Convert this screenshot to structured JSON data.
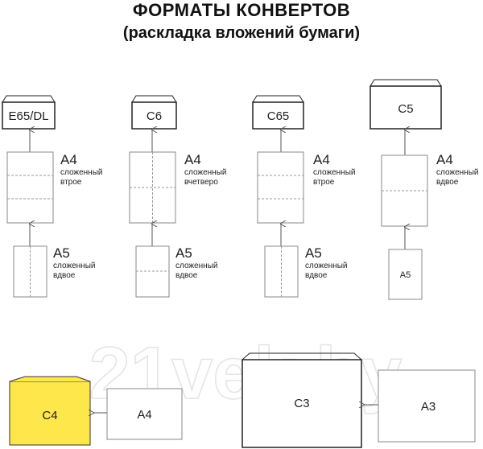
{
  "title": {
    "line1": "ФОРМАТЫ КОНВЕРТОВ",
    "line2": "(раскладка вложений бумаги)"
  },
  "columns": [
    {
      "envelope": "E65/DL",
      "a4_size": "A4",
      "a4_desc1": "сложенный",
      "a4_desc2": "втрое",
      "a5_size": "A5",
      "a5_desc1": "сложенный",
      "a5_desc2": "вдвое"
    },
    {
      "envelope": "C6",
      "a4_size": "A4",
      "a4_desc1": "сложенный",
      "a4_desc2": "вчетверо",
      "a5_size": "A5",
      "a5_desc1": "сложенный",
      "a5_desc2": "вдвое"
    },
    {
      "envelope": "C65",
      "a4_size": "A4",
      "a4_desc1": "сложенный",
      "a4_desc2": "втрое",
      "a5_size": "A5",
      "a5_desc1": "сложенный",
      "a5_desc2": "вдвое"
    },
    {
      "envelope": "C5",
      "a4_size": "A4",
      "a4_desc1": "сложенный",
      "a4_desc2": "вдвое",
      "a5_inner": "A5"
    }
  ],
  "bottom": {
    "c4_label": "C4",
    "a4_label": "A4",
    "c3_label": "C3",
    "a3_label": "A3"
  },
  "watermark": "21vek.by",
  "colors": {
    "c4_fill": "#fde74a",
    "stroke_dark": "#222222",
    "stroke_gray": "#8a8a8a",
    "fold_line": "#999999"
  }
}
